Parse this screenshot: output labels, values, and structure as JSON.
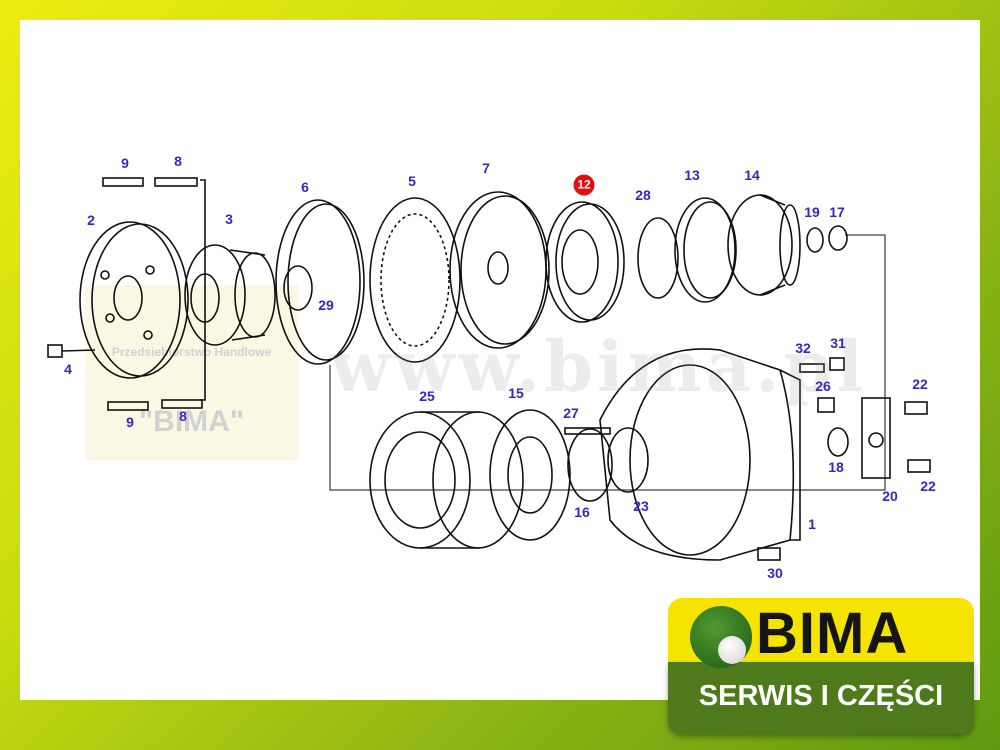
{
  "watermark": {
    "site": "www.bima.pl",
    "company_line": "Przedsiebiorstwo Handlowe",
    "company_name": "\"BIMA\""
  },
  "labels": [
    "9",
    "8",
    "2",
    "3",
    "6",
    "5",
    "7",
    "12",
    "28",
    "13",
    "14",
    "19",
    "17",
    "29",
    "4",
    "9",
    "8",
    "25",
    "15",
    "27",
    "32",
    "31",
    "26",
    "22",
    "16",
    "23",
    "18",
    "20",
    "22",
    "1",
    "30"
  ],
  "highlighted_part": "12",
  "logo": {
    "name": "BIMA",
    "tagline": "SERWIS I CZĘŚCI"
  },
  "colors": {
    "label": "#3527c4",
    "highlight": "#e01010",
    "logo_yellow": "#f4e400",
    "logo_green": "#4e7a1c"
  }
}
